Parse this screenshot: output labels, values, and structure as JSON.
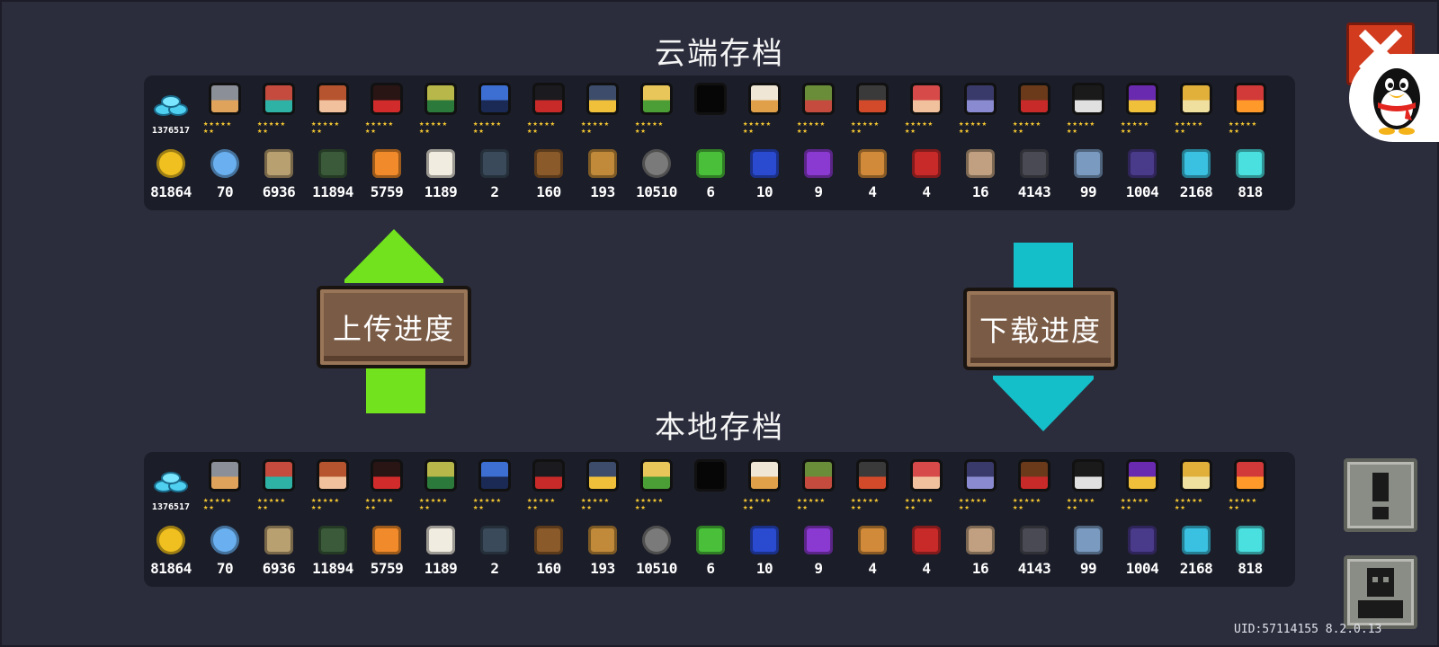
{
  "titles": {
    "cloud": "云端存档",
    "local": "本地存档"
  },
  "buttons": {
    "upload": "上传进度",
    "download": "下载进度"
  },
  "gems": "1376517",
  "stars_full": "★★★★★",
  "stars_half": "★★",
  "characters": [
    {
      "icon": "knight-icon",
      "color": "#8b8f98",
      "accent": "#e0a35b"
    },
    {
      "icon": "rogue-icon",
      "color": "#c44b3e",
      "accent": "#2fb2a6"
    },
    {
      "icon": "witch-icon",
      "color": "#b5542f",
      "accent": "#f0c19c"
    },
    {
      "icon": "assassin-icon",
      "color": "#2a1515",
      "accent": "#d22b2b"
    },
    {
      "icon": "engineer-icon",
      "color": "#b7b74a",
      "accent": "#2b7a3b"
    },
    {
      "icon": "robot-icon",
      "color": "#3c6fd1",
      "accent": "#1b2a55"
    },
    {
      "icon": "vampire-icon",
      "color": "#1a1a1f",
      "accent": "#c82a2a"
    },
    {
      "icon": "paladin-icon",
      "color": "#3c4c6a",
      "accent": "#f0c03a"
    },
    {
      "icon": "elf-icon",
      "color": "#e9c65a",
      "accent": "#4a9e35"
    },
    {
      "icon": "locked-icon",
      "color": "#060606",
      "accent": "#060606"
    },
    {
      "icon": "priest-icon",
      "color": "#f0e6d6",
      "accent": "#e0a04a"
    },
    {
      "icon": "druid-icon",
      "color": "#6a8d3a",
      "accent": "#c44b3e"
    },
    {
      "icon": "berserker-icon",
      "color": "#3a3a3a",
      "accent": "#d24a2a"
    },
    {
      "icon": "taoist-icon",
      "color": "#d64a4a",
      "accent": "#f0c19c"
    },
    {
      "icon": "necromancer-icon",
      "color": "#3a3a6a",
      "accent": "#8a8ad0"
    },
    {
      "icon": "officer-icon",
      "color": "#6a3a1a",
      "accent": "#c82a2a"
    },
    {
      "icon": "swordsman-icon",
      "color": "#1a1a1a",
      "accent": "#e0e0e0"
    },
    {
      "icon": "wizard-icon",
      "color": "#6a2ab0",
      "accent": "#f0c03a"
    },
    {
      "icon": "alchemist-icon",
      "color": "#e0b03a",
      "accent": "#f0e0a0"
    },
    {
      "icon": "jester-icon",
      "color": "#d23a3a",
      "accent": "#ff9a2a"
    }
  ],
  "items": [
    {
      "icon": "gold-coin-icon",
      "color": "#f0c020",
      "count": "81864"
    },
    {
      "icon": "energy-orb-icon",
      "color": "#6ab0f0",
      "count": "70"
    },
    {
      "icon": "fish-icon",
      "color": "#b8a070",
      "count": "6936"
    },
    {
      "icon": "battery-icon",
      "color": "#3a5a3a",
      "count": "11894"
    },
    {
      "icon": "orange-ore-icon",
      "color": "#f08a2a",
      "count": "5759"
    },
    {
      "icon": "seed-bag-icon",
      "color": "#f0ece0",
      "count": "1189"
    },
    {
      "icon": "fish-token-icon",
      "color": "#3a4a5a",
      "count": "2"
    },
    {
      "icon": "wood-icon",
      "color": "#8a5a2a",
      "count": "160"
    },
    {
      "icon": "feather-icon",
      "color": "#c08a3a",
      "count": "193"
    },
    {
      "icon": "gear-icon",
      "color": "#7a7a7a",
      "count": "10510"
    },
    {
      "icon": "green-material-icon",
      "color": "#4ac03a",
      "count": "6"
    },
    {
      "icon": "blue-material-icon",
      "color": "#2a4ad0",
      "count": "10"
    },
    {
      "icon": "purple-material-icon",
      "color": "#8a3ad0",
      "count": "9"
    },
    {
      "icon": "orange-material-icon",
      "color": "#d08a3a",
      "count": "4"
    },
    {
      "icon": "red-material-icon",
      "color": "#c82a2a",
      "count": "4"
    },
    {
      "icon": "scroll-icon",
      "color": "#c0a080",
      "count": "16"
    },
    {
      "icon": "iron-ore-icon",
      "color": "#4a4a55",
      "count": "4143"
    },
    {
      "icon": "ice-shard-icon",
      "color": "#7a9ac0",
      "count": "99"
    },
    {
      "icon": "dark-crystal-icon",
      "color": "#4a3a8a",
      "count": "1004"
    },
    {
      "icon": "crystal-icon",
      "color": "#3ac0e0",
      "count": "2168"
    },
    {
      "icon": "cyan-crystal-icon",
      "color": "#4ae0e0",
      "count": "818"
    }
  ],
  "uid": "UID:57114155 8.2.0.13"
}
